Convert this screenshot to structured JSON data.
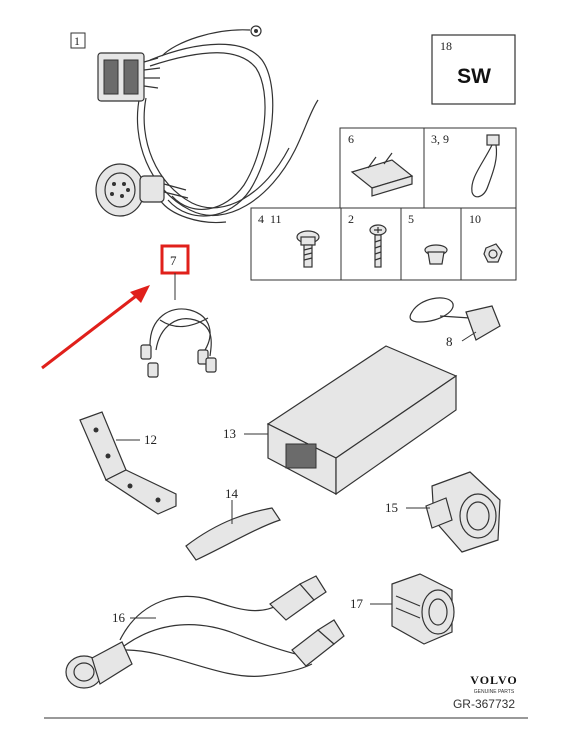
{
  "item_box_label": "1",
  "kit_box": {
    "number": "18",
    "code": "SW"
  },
  "small_parts": [
    {
      "key": "fuse",
      "label": "6"
    },
    {
      "key": "cable_tie",
      "label": "3, 9"
    },
    {
      "key": "bolt",
      "label": "4  11"
    },
    {
      "key": "screw",
      "label": "2"
    },
    {
      "key": "clip",
      "label": "5"
    },
    {
      "key": "nut",
      "label": "10"
    }
  ],
  "highlighted_item": "7",
  "callouts": {
    "c8": "8",
    "c12": "12",
    "c13": "13",
    "c14": "14",
    "c15": "15",
    "c16": "16",
    "c17": "17"
  },
  "brand": {
    "name": "VOLVO",
    "tagline": "GENUINE PARTS",
    "ref": "GR-367732"
  },
  "colors": {
    "highlight": "#e0201b",
    "line": "#333333",
    "paper": "#ffffff"
  }
}
